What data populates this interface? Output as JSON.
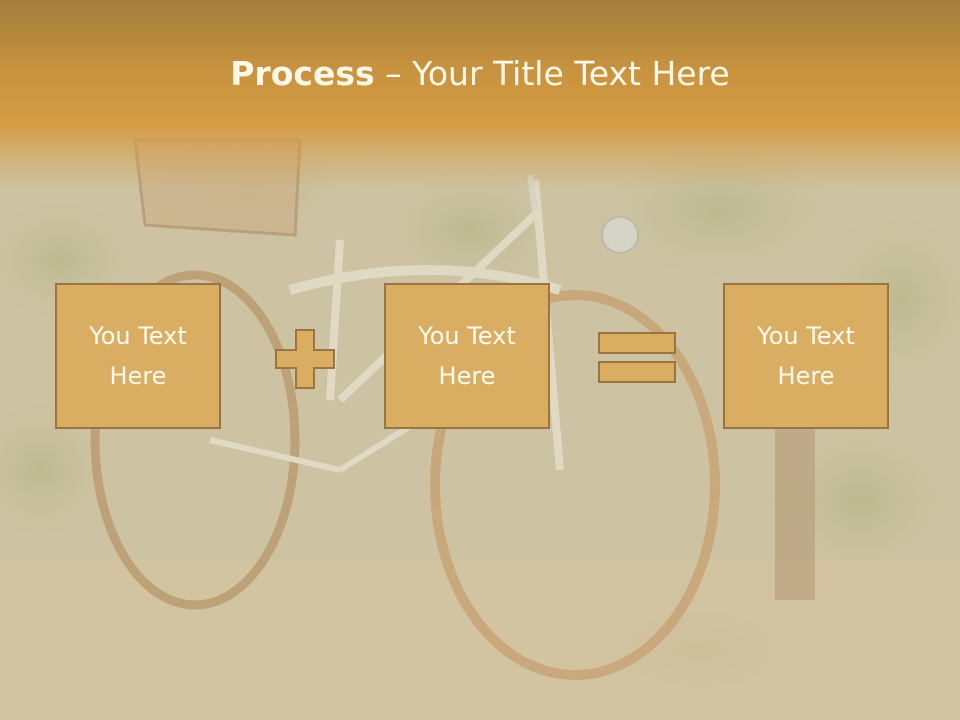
{
  "slide": {
    "title_bold": "Process",
    "title_dash": " – ",
    "title_rest": "Your Title Text Here",
    "boxes": [
      {
        "text": "You Text Here"
      },
      {
        "text": "You Text Here"
      },
      {
        "text": "You Text Here"
      }
    ],
    "operators": [
      "plus-icon",
      "equals-icon"
    ],
    "colors": {
      "title_band": "#c8933f",
      "box_fill": "#d9ad62",
      "box_border": "#9a7441",
      "text": "#fffaf0"
    }
  }
}
